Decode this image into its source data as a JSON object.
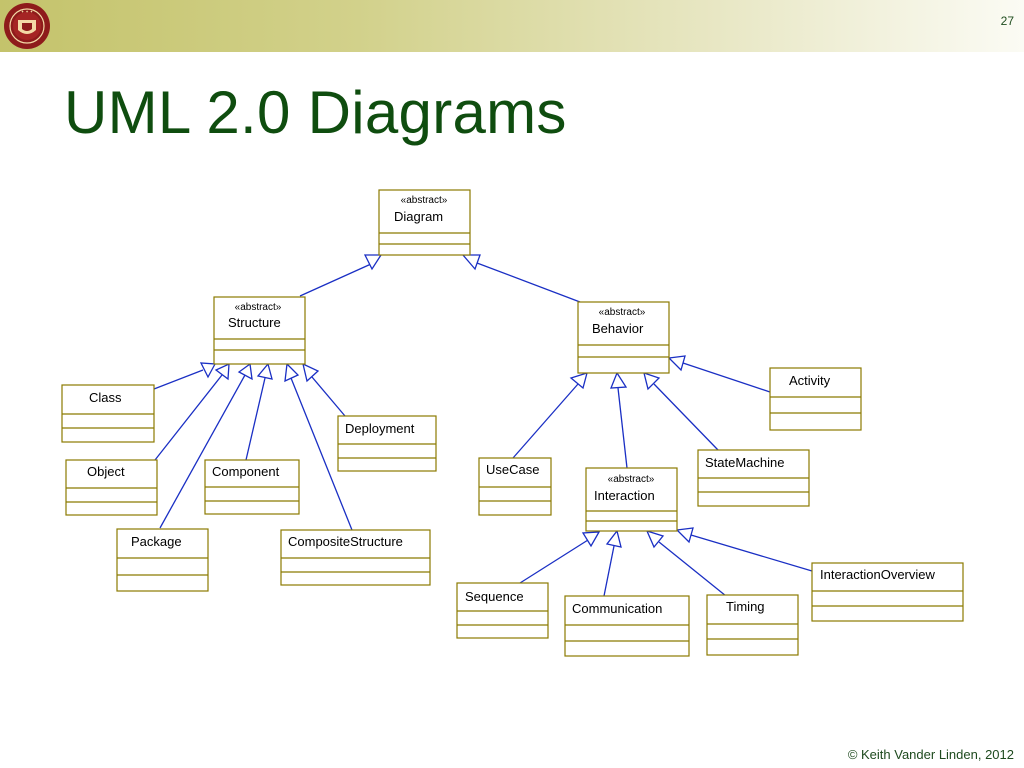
{
  "slide": {
    "page_number": "27",
    "title": "UML 2.0 Diagrams",
    "footer": "© Keith Vander Linden, 2012"
  },
  "diagram": {
    "classes": [
      {
        "id": "diagram",
        "stereotype": "«abstract»",
        "name": "Diagram"
      },
      {
        "id": "structure",
        "stereotype": "«abstract»",
        "name": "Structure"
      },
      {
        "id": "behavior",
        "stereotype": "«abstract»",
        "name": "Behavior"
      },
      {
        "id": "class",
        "name": "Class"
      },
      {
        "id": "object",
        "name": "Object"
      },
      {
        "id": "component",
        "name": "Component"
      },
      {
        "id": "deployment",
        "name": "Deployment"
      },
      {
        "id": "package",
        "name": "Package"
      },
      {
        "id": "compositestructure",
        "name": "CompositeStructure"
      },
      {
        "id": "usecase",
        "name": "UseCase"
      },
      {
        "id": "interaction",
        "stereotype": "«abstract»",
        "name": "Interaction"
      },
      {
        "id": "statemachine",
        "name": "StateMachine"
      },
      {
        "id": "activity",
        "name": "Activity"
      },
      {
        "id": "sequence",
        "name": "Sequence"
      },
      {
        "id": "communication",
        "name": "Communication"
      },
      {
        "id": "timing",
        "name": "Timing"
      },
      {
        "id": "interactionoverview",
        "name": "InteractionOverview"
      }
    ],
    "generalizations": [
      {
        "child": "structure",
        "parent": "diagram"
      },
      {
        "child": "behavior",
        "parent": "diagram"
      },
      {
        "child": "class",
        "parent": "structure"
      },
      {
        "child": "object",
        "parent": "structure"
      },
      {
        "child": "package",
        "parent": "structure"
      },
      {
        "child": "component",
        "parent": "structure"
      },
      {
        "child": "compositestructure",
        "parent": "structure"
      },
      {
        "child": "deployment",
        "parent": "structure"
      },
      {
        "child": "usecase",
        "parent": "behavior"
      },
      {
        "child": "interaction",
        "parent": "behavior"
      },
      {
        "child": "statemachine",
        "parent": "behavior"
      },
      {
        "child": "activity",
        "parent": "behavior"
      },
      {
        "child": "sequence",
        "parent": "interaction"
      },
      {
        "child": "communication",
        "parent": "interaction"
      },
      {
        "child": "timing",
        "parent": "interaction"
      },
      {
        "child": "interactionoverview",
        "parent": "interaction"
      }
    ]
  }
}
